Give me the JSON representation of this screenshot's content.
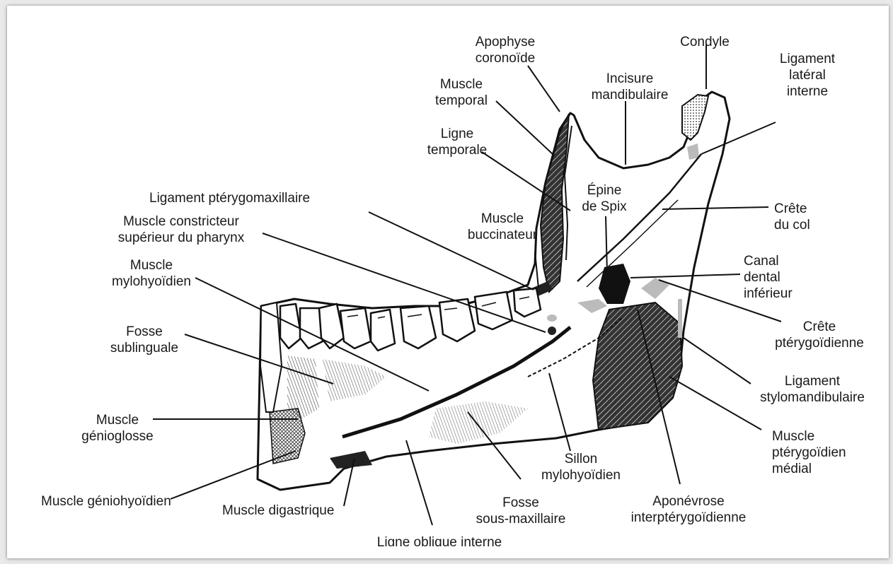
{
  "labels": {
    "apophyse": [
      "Apophyse",
      "coronoïde"
    ],
    "condyle": [
      "Condyle"
    ],
    "ligament_lateral": [
      "Ligament",
      "latéral",
      "interne"
    ],
    "incisure": [
      "Incisure",
      "mandibulaire"
    ],
    "muscle_temporal": [
      "Muscle",
      "temporal"
    ],
    "ligne_temporale": [
      "Ligne",
      "temporale"
    ],
    "ligament_pterygo": [
      "Ligament ptérygomaxillaire"
    ],
    "epine_spix": [
      "Épine",
      "de Spix"
    ],
    "crete_col": [
      "Crête",
      "du col"
    ],
    "constricteur": [
      "Muscle constricteur",
      "supérieur du pharynx"
    ],
    "buccinateur": [
      "Muscle",
      "buccinateur"
    ],
    "mylohyoidien": [
      "Muscle",
      "mylohyoïdien"
    ],
    "canal_dental": [
      "Canal",
      "dental",
      "inférieur"
    ],
    "crete_pterygoidienne": [
      "Crête",
      "ptérygoïdienne"
    ],
    "fosse_sublinguale": [
      "Fosse",
      "sublinguale"
    ],
    "ligament_stylo": [
      "Ligament",
      "stylomandibulaire"
    ],
    "genioglosse": [
      "Muscle",
      "génioglosse"
    ],
    "pterygoidien_medial": [
      "Muscle",
      "ptérygoïdien",
      "médial"
    ],
    "sillon": [
      "Sillon",
      "mylohyoïdien"
    ],
    "geniohyoidien": [
      "Muscle géniohyoïdien"
    ],
    "digastrique": [
      "Muscle digastrique"
    ],
    "fosse_sousmax": [
      "Fosse",
      "sous-maxillaire"
    ],
    "aponevrose": [
      "Aponévrose",
      "interptérygoïdienne"
    ],
    "ligne_oblique": [
      "Ligne oblique interne"
    ]
  }
}
